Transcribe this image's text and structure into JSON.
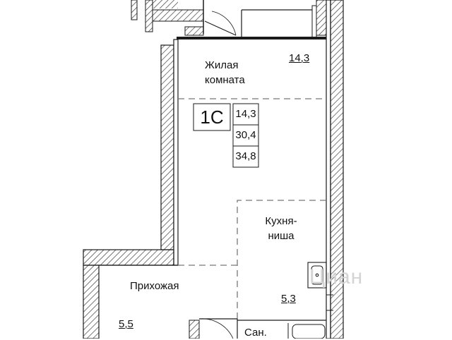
{
  "plan": {
    "type": "1С",
    "areas": {
      "living": "14,3",
      "total": "30,4",
      "total_with_balcony": "34,8"
    },
    "rooms": {
      "living_room": {
        "name": "Жилая\nкомната",
        "area": "14,3"
      },
      "kitchen_niche": {
        "name": "Кухня-\nниша",
        "area": "5,3"
      },
      "hallway": {
        "name": "Прихожая",
        "area": "5,5"
      },
      "bathroom": {
        "name": "Сан."
      }
    }
  },
  "watermark": "Циан",
  "colors": {
    "walls": "#1a1a1a",
    "hatch": "#333333",
    "dashed": "#777777",
    "text": "#111111"
  }
}
